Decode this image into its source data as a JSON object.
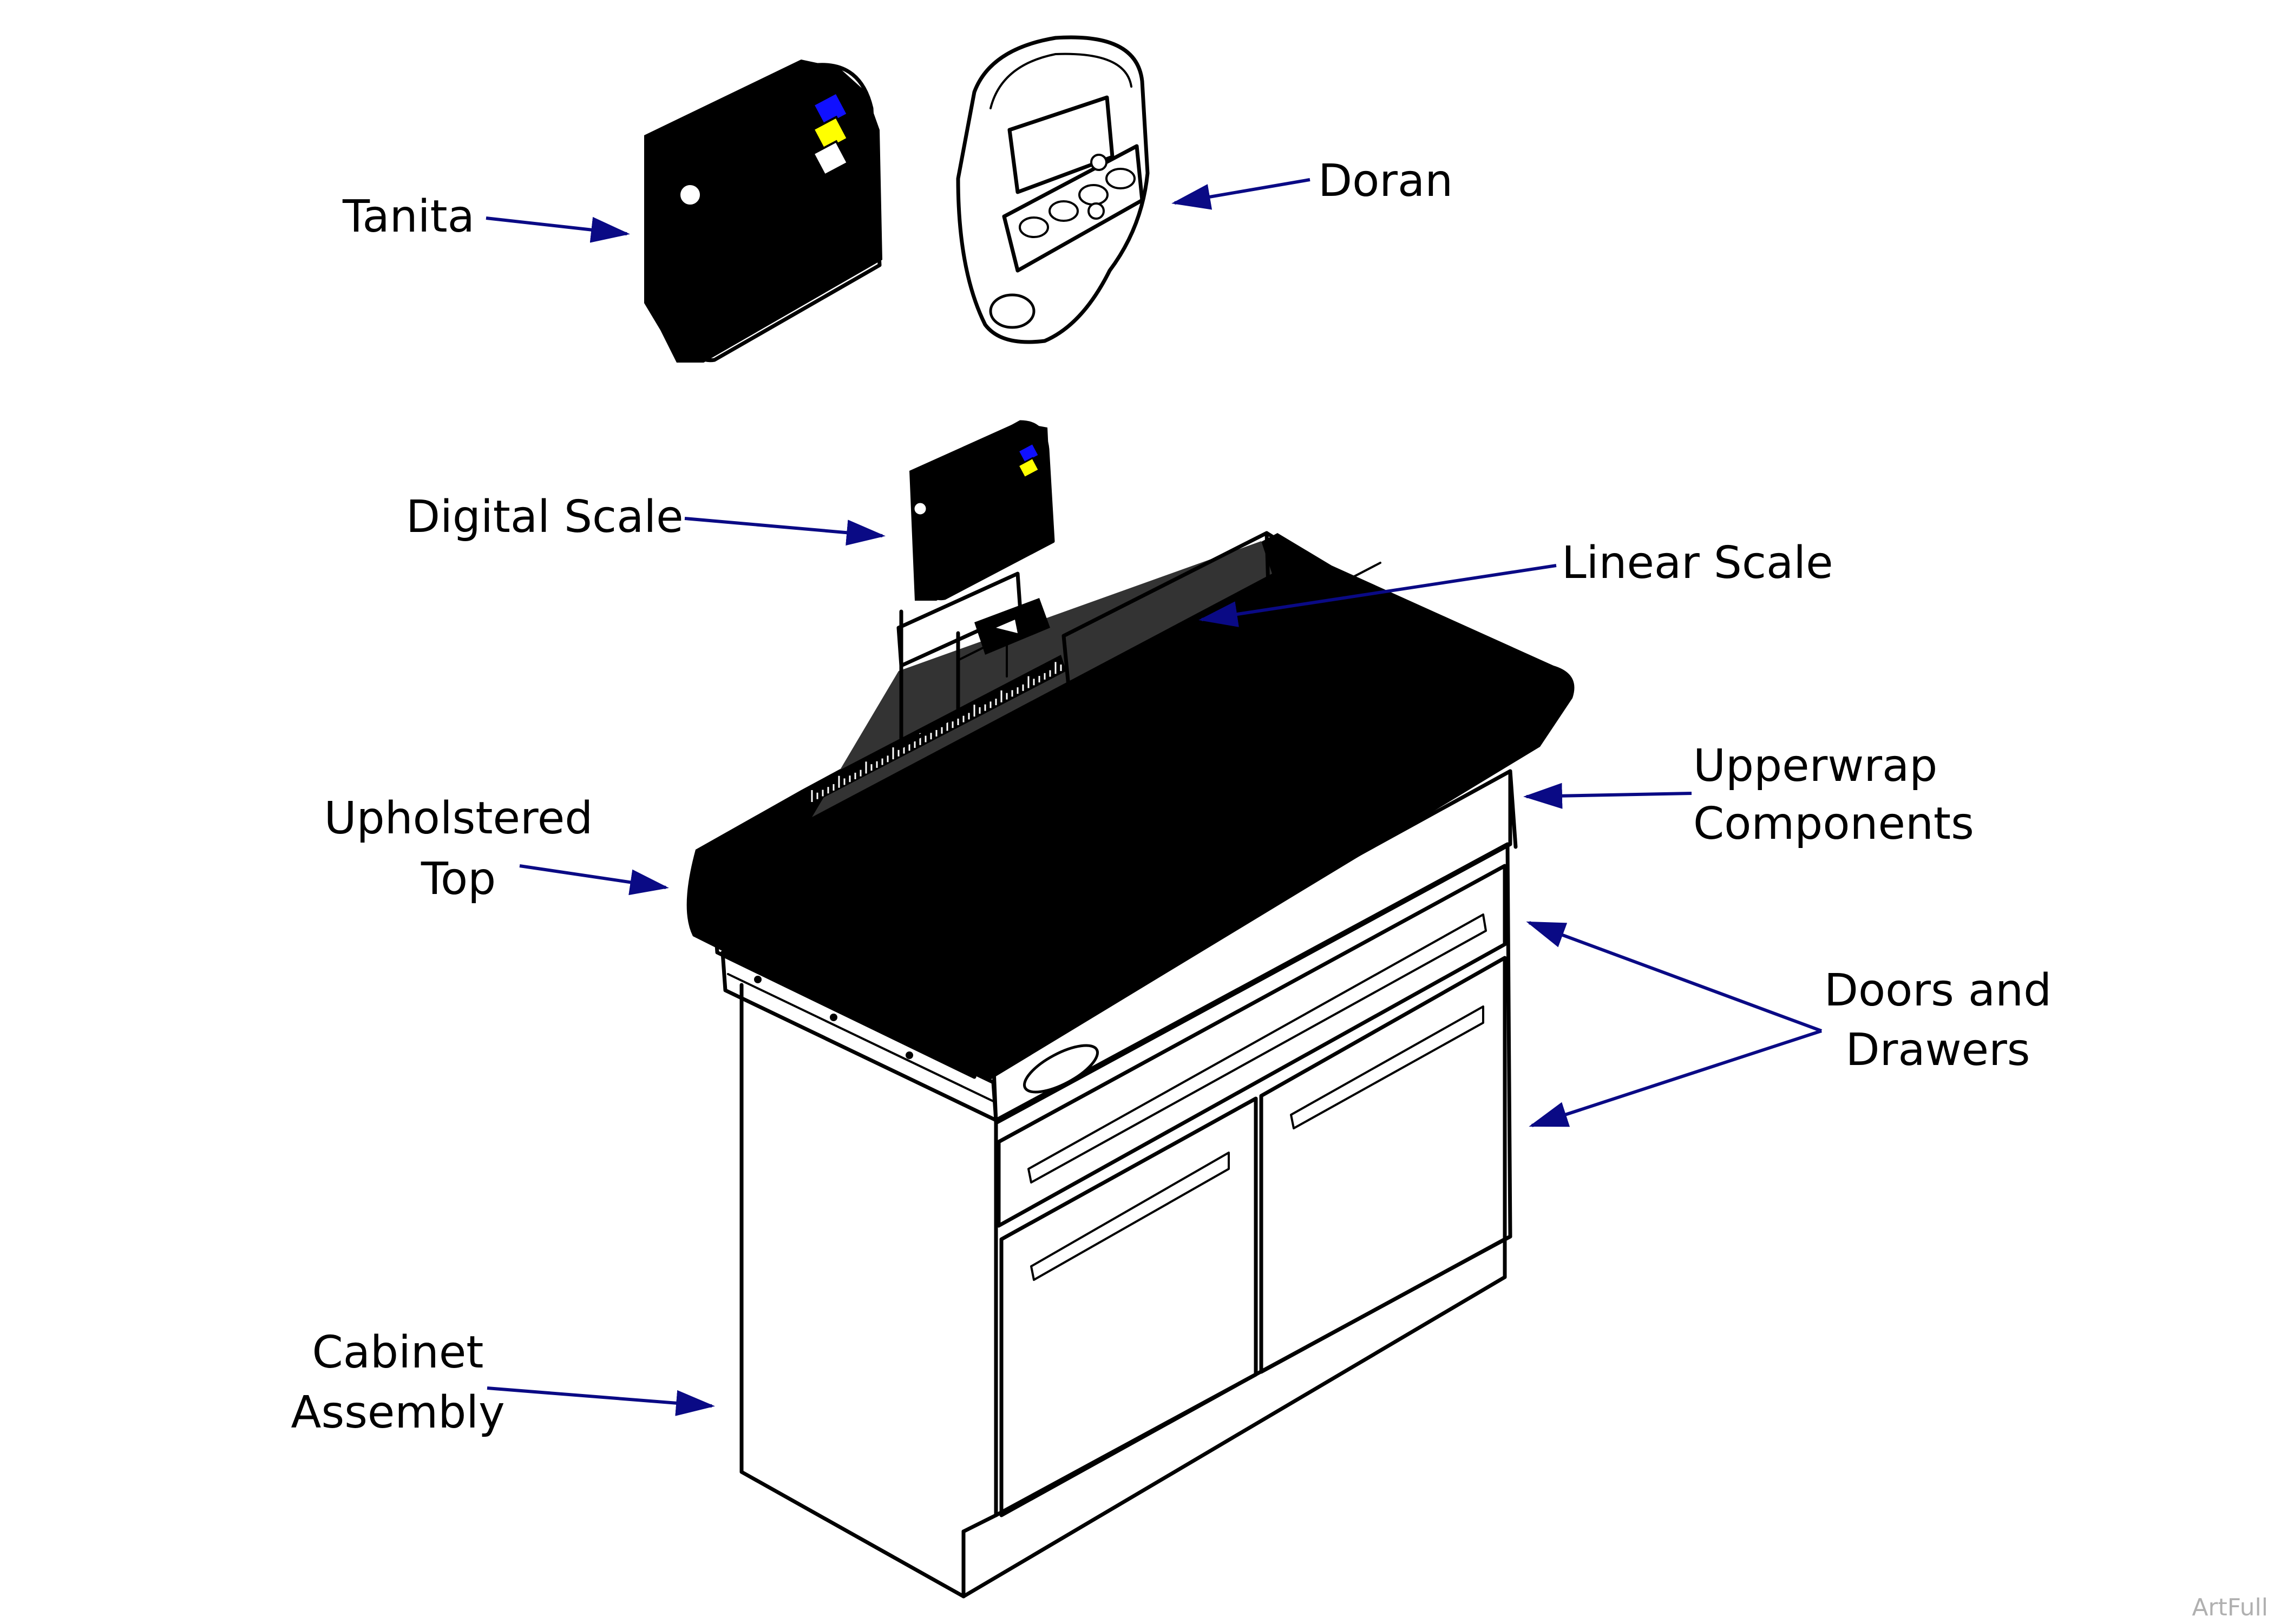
{
  "labels": {
    "tanita": "Tanita",
    "doran": "Doran",
    "digital_scale": "Digital Scale",
    "linear_scale": "Linear Scale",
    "upperwrap_line1": "Upperwrap",
    "upperwrap_line2": "Components",
    "upholstered_line1": "Upholstered",
    "upholstered_line2": "Top",
    "doors_line1": "Doors and",
    "doors_line2": "Drawers",
    "cabinet_line1": "Cabinet",
    "cabinet_line2": "Assembly"
  },
  "watermark": "ArtFull",
  "colors": {
    "leader": "#0a0a85",
    "outline": "#000000",
    "top_fill": "#e6e6e6",
    "panel_gray": "#b5b5b5",
    "tanita_blue": "#1010ff",
    "tanita_yellow": "#ffff00"
  }
}
